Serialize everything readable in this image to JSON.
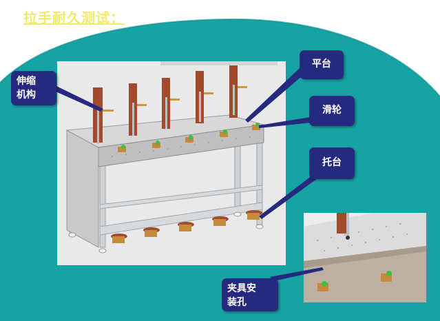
{
  "slide": {
    "title": "拉手耐久测试：",
    "colors": {
      "teal": "#1aa0a0",
      "callout": "#262a7e",
      "title": "#f2ea6a"
    }
  },
  "callouts": {
    "stretch": {
      "line1": "伸缩",
      "line2": "机构"
    },
    "platform": {
      "label": "平台"
    },
    "pulley": {
      "label": "滑轮"
    },
    "tray": {
      "label": "托台"
    },
    "fixture": {
      "line1": "夹具安",
      "line2": "装孔"
    }
  },
  "images": {
    "main": {
      "description_icon": "test-rig-image"
    },
    "detail": {
      "description_icon": "fixture-detail-image"
    }
  }
}
